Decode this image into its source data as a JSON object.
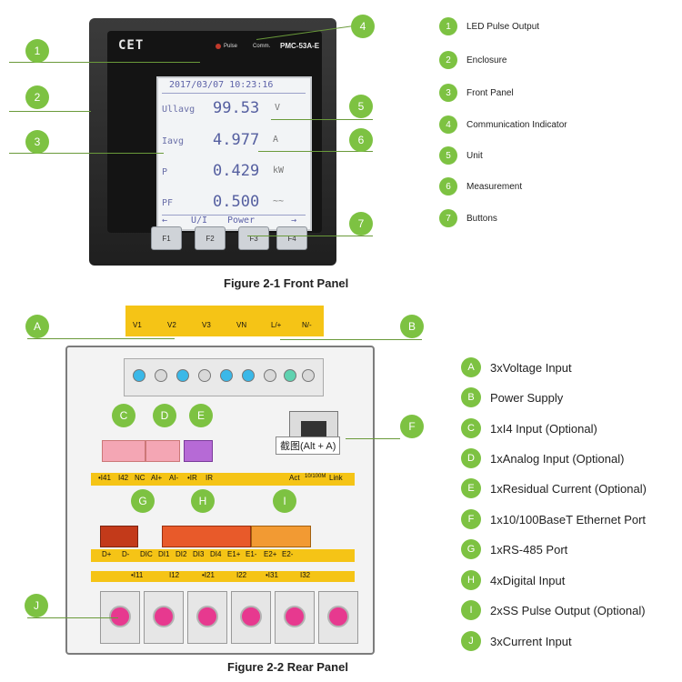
{
  "front_panel": {
    "logo": "CET",
    "pulse_label": "Pulse",
    "comm_label": "Comm.",
    "model": "PMC-53A-E",
    "datetime": "2017/03/07 10:23:16",
    "readings": [
      {
        "label": "Ullavg",
        "value": "99.53",
        "unit": "V"
      },
      {
        "label": "Iavg",
        "value": "4.977",
        "unit": "A"
      },
      {
        "label": "P",
        "value": "0.429",
        "unit": "kW"
      },
      {
        "label": "PF",
        "value": "0.500",
        "unit": "~~"
      }
    ],
    "footer": {
      "left_arrow": "←",
      "item1": "U/I",
      "item2": "Power",
      "right_arrow": "→"
    },
    "buttons": [
      "F1",
      "F2",
      "F3",
      "F4"
    ],
    "callouts": [
      "1",
      "2",
      "3",
      "4",
      "5",
      "6",
      "7"
    ],
    "legend": [
      {
        "num": "1",
        "text": "LED Pulse Output"
      },
      {
        "num": "2",
        "text": "Enclosure"
      },
      {
        "num": "3",
        "text": "Front Panel"
      },
      {
        "num": "4",
        "text": "Communication Indicator"
      },
      {
        "num": "5",
        "text": "Unit"
      },
      {
        "num": "6",
        "text": "Measurement"
      },
      {
        "num": "7",
        "text": "Buttons"
      }
    ],
    "caption": "Figure 2-1 Front Panel"
  },
  "rear_panel": {
    "top_terminals": [
      "V1",
      "V2",
      "V3",
      "VN",
      "L/+",
      "N/-"
    ],
    "callouts": [
      "A",
      "B",
      "C",
      "D",
      "E",
      "F",
      "G",
      "H",
      "I",
      "J"
    ],
    "io_labels": [
      "•I41",
      "I42",
      "NC",
      "AI+",
      "AI-",
      "•IR",
      "IR"
    ],
    "eth_labels": [
      "Act",
      "10/100M",
      "Link"
    ],
    "bottom_io_labels": [
      "D+",
      "D-",
      "DIC",
      "DI1",
      "DI2",
      "DI3",
      "DI4",
      "E1+",
      "E1-",
      "E2+",
      "E2-"
    ],
    "current_labels": [
      "•I11",
      "I12",
      "•I21",
      "I22",
      "•I31",
      "I32"
    ],
    "tooltip": "截图(Alt + A)",
    "legend": [
      {
        "num": "A",
        "text": "3xVoltage Input"
      },
      {
        "num": "B",
        "text": "Power Supply"
      },
      {
        "num": "C",
        "text": "1xI4 Input (Optional)"
      },
      {
        "num": "D",
        "text": "1xAnalog Input (Optional)"
      },
      {
        "num": "E",
        "text": "1xResidual Current (Optional)"
      },
      {
        "num": "F",
        "text": "1x10/100BaseT Ethernet Port"
      },
      {
        "num": "G",
        "text": "1xRS-485 Port"
      },
      {
        "num": "H",
        "text": "4xDigital Input"
      },
      {
        "num": "I",
        "text": "2xSS Pulse Output (Optional)"
      },
      {
        "num": "J",
        "text": "3xCurrent Input"
      }
    ],
    "caption": "Figure 2-2 Rear Panel"
  },
  "colors": {
    "callout_green": "#7dc242",
    "terminal_yellow": "#f5c416",
    "current_pink": "#e7398f"
  }
}
